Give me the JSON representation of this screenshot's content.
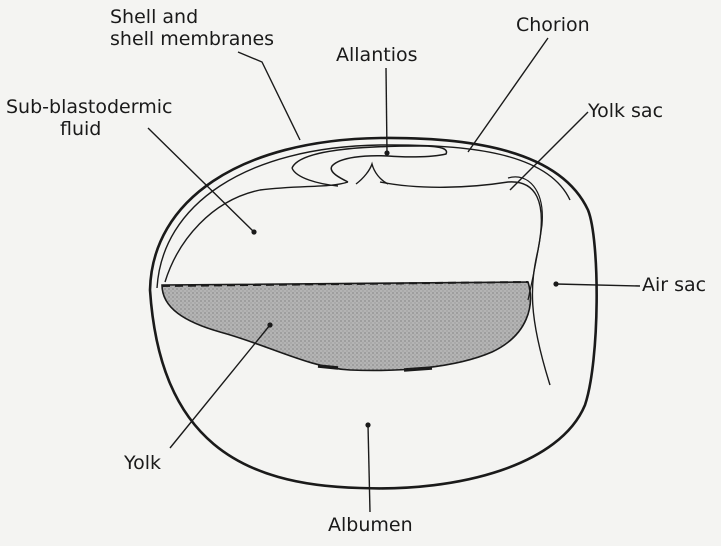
{
  "labels": {
    "shell_line1": "Shell and",
    "shell_line2": "shell membranes",
    "allantois": "Allantios",
    "chorion": "Chorion",
    "subblasto_line1": "Sub-blastodermic",
    "subblasto_line2": "fluid",
    "yolk_sac": "Yolk sac",
    "air_sac": "Air sac",
    "yolk": "Yolk",
    "albumen": "Albumen"
  },
  "colors": {
    "ink": "#1a1a1a",
    "yolk_fill": "#a9a9a9",
    "background": "#f4f4f2"
  }
}
